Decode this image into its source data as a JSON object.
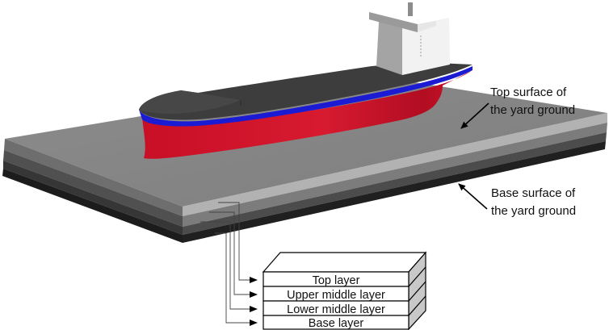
{
  "figure": {
    "subject": "Ship model on layered yard ground",
    "colors": {
      "background": "#ffffff",
      "hull_red": "#d0142a",
      "hull_stripe_blue": "#1a1ad6",
      "deck_dark": "#3c3c3c",
      "superstructure_light": "#eeeeee",
      "superstructure_shadow": "#a7a7a7",
      "ground_top": "#8a8a8a",
      "layer_top_edge": "#b4b4b4",
      "layer_upper_middle_edge": "#7a7a7a",
      "layer_lower_middle_edge": "#4a4a4a",
      "layer_base_edge": "#1e1e1e",
      "box_side_shade": "#c8c8c8"
    }
  },
  "annotations": {
    "top_surface": {
      "line1": "Top surface of",
      "line2": "the yard ground"
    },
    "base_surface": {
      "line1": "Base surface of",
      "line2": "the yard ground"
    }
  },
  "layers": {
    "items": [
      {
        "label": "Top layer"
      },
      {
        "label": "Upper middle layer"
      },
      {
        "label": "Lower middle layer"
      },
      {
        "label": "Base layer"
      }
    ]
  }
}
